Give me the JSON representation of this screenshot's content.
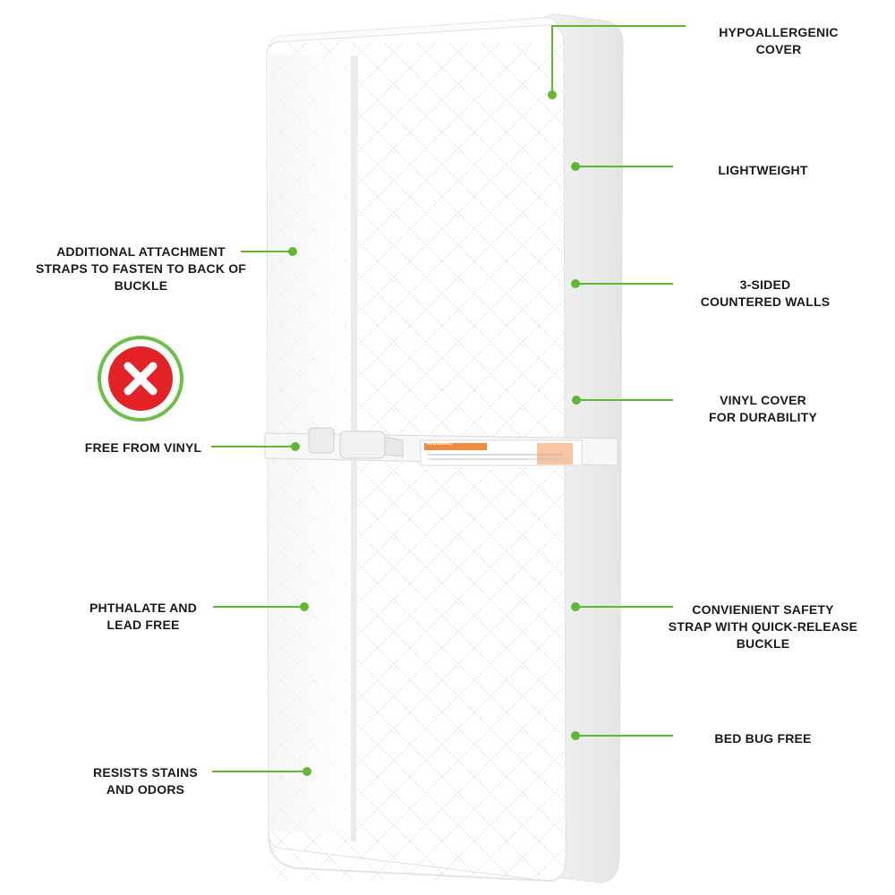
{
  "callouts": {
    "hypoallergenic": "HYPOALLERGENIC\nCOVER",
    "lightweight": "LIGHTWEIGHT",
    "three_sided": "3-SIDED\nCOUNTERED WALLS",
    "vinyl_cover": "VINYL COVER\nFOR DURABILITY",
    "safety_strap": "CONVIENIENT SAFETY\nSTRAP WITH QUICK-RELEASE\nBUCKLE",
    "bed_bug": "BED BUG FREE",
    "attachment_straps": "ADDITIONAL ATTACHMENT\nSTRAPS TO FASTEN TO BACK OF\nBUCKLE",
    "free_vinyl": "FREE FROM VINYL",
    "phthalate": "PHTHALATE AND\nLEAD FREE",
    "resists": "RESISTS STAINS\nAND ODORS"
  },
  "warning_label": {
    "title": "WARNING"
  },
  "icons": {
    "no_symbol": "x-circle-icon"
  },
  "colors": {
    "accent": "#6cc04a",
    "no_red": "#e32227",
    "pad": "#ffffff",
    "line": "#5fb832"
  }
}
